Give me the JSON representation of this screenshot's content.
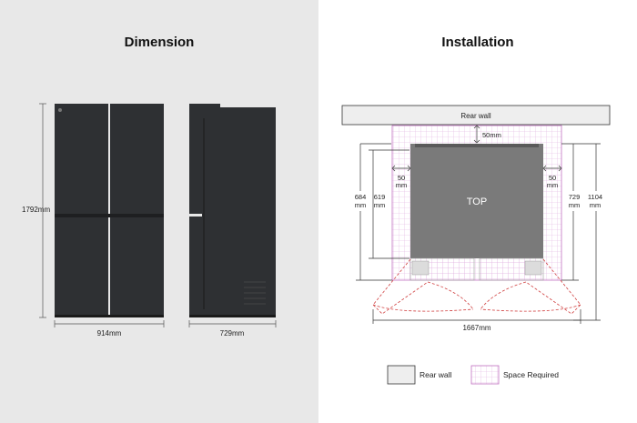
{
  "dimension": {
    "title": "Dimension",
    "height_label": "1792mm",
    "width_label": "914mm",
    "depth_label": "729mm"
  },
  "installation": {
    "title": "Installation",
    "rear_wall_label": "Rear wall",
    "top_label": "TOP",
    "gap_rear": "50mm",
    "gap_left_value": "50",
    "gap_left_unit": "mm",
    "gap_right_value": "50",
    "gap_right_unit": "mm",
    "depth_a_value": "684",
    "depth_a_unit": "mm",
    "depth_b_value": "619",
    "depth_b_unit": "mm",
    "depth_c_value": "729",
    "depth_c_unit": "mm",
    "depth_d_value": "1104",
    "depth_d_unit": "mm",
    "door_open_width": "1667mm"
  },
  "legend": {
    "rear_wall": "Rear wall",
    "space_required": "Space Required"
  },
  "colors": {
    "left_background": "#e8e8e8",
    "fridge_body": "#2e3033",
    "fridge_top_view": "#7a7a7a",
    "space_required": "#c070c0",
    "rear_wall": "#eeeeee"
  }
}
